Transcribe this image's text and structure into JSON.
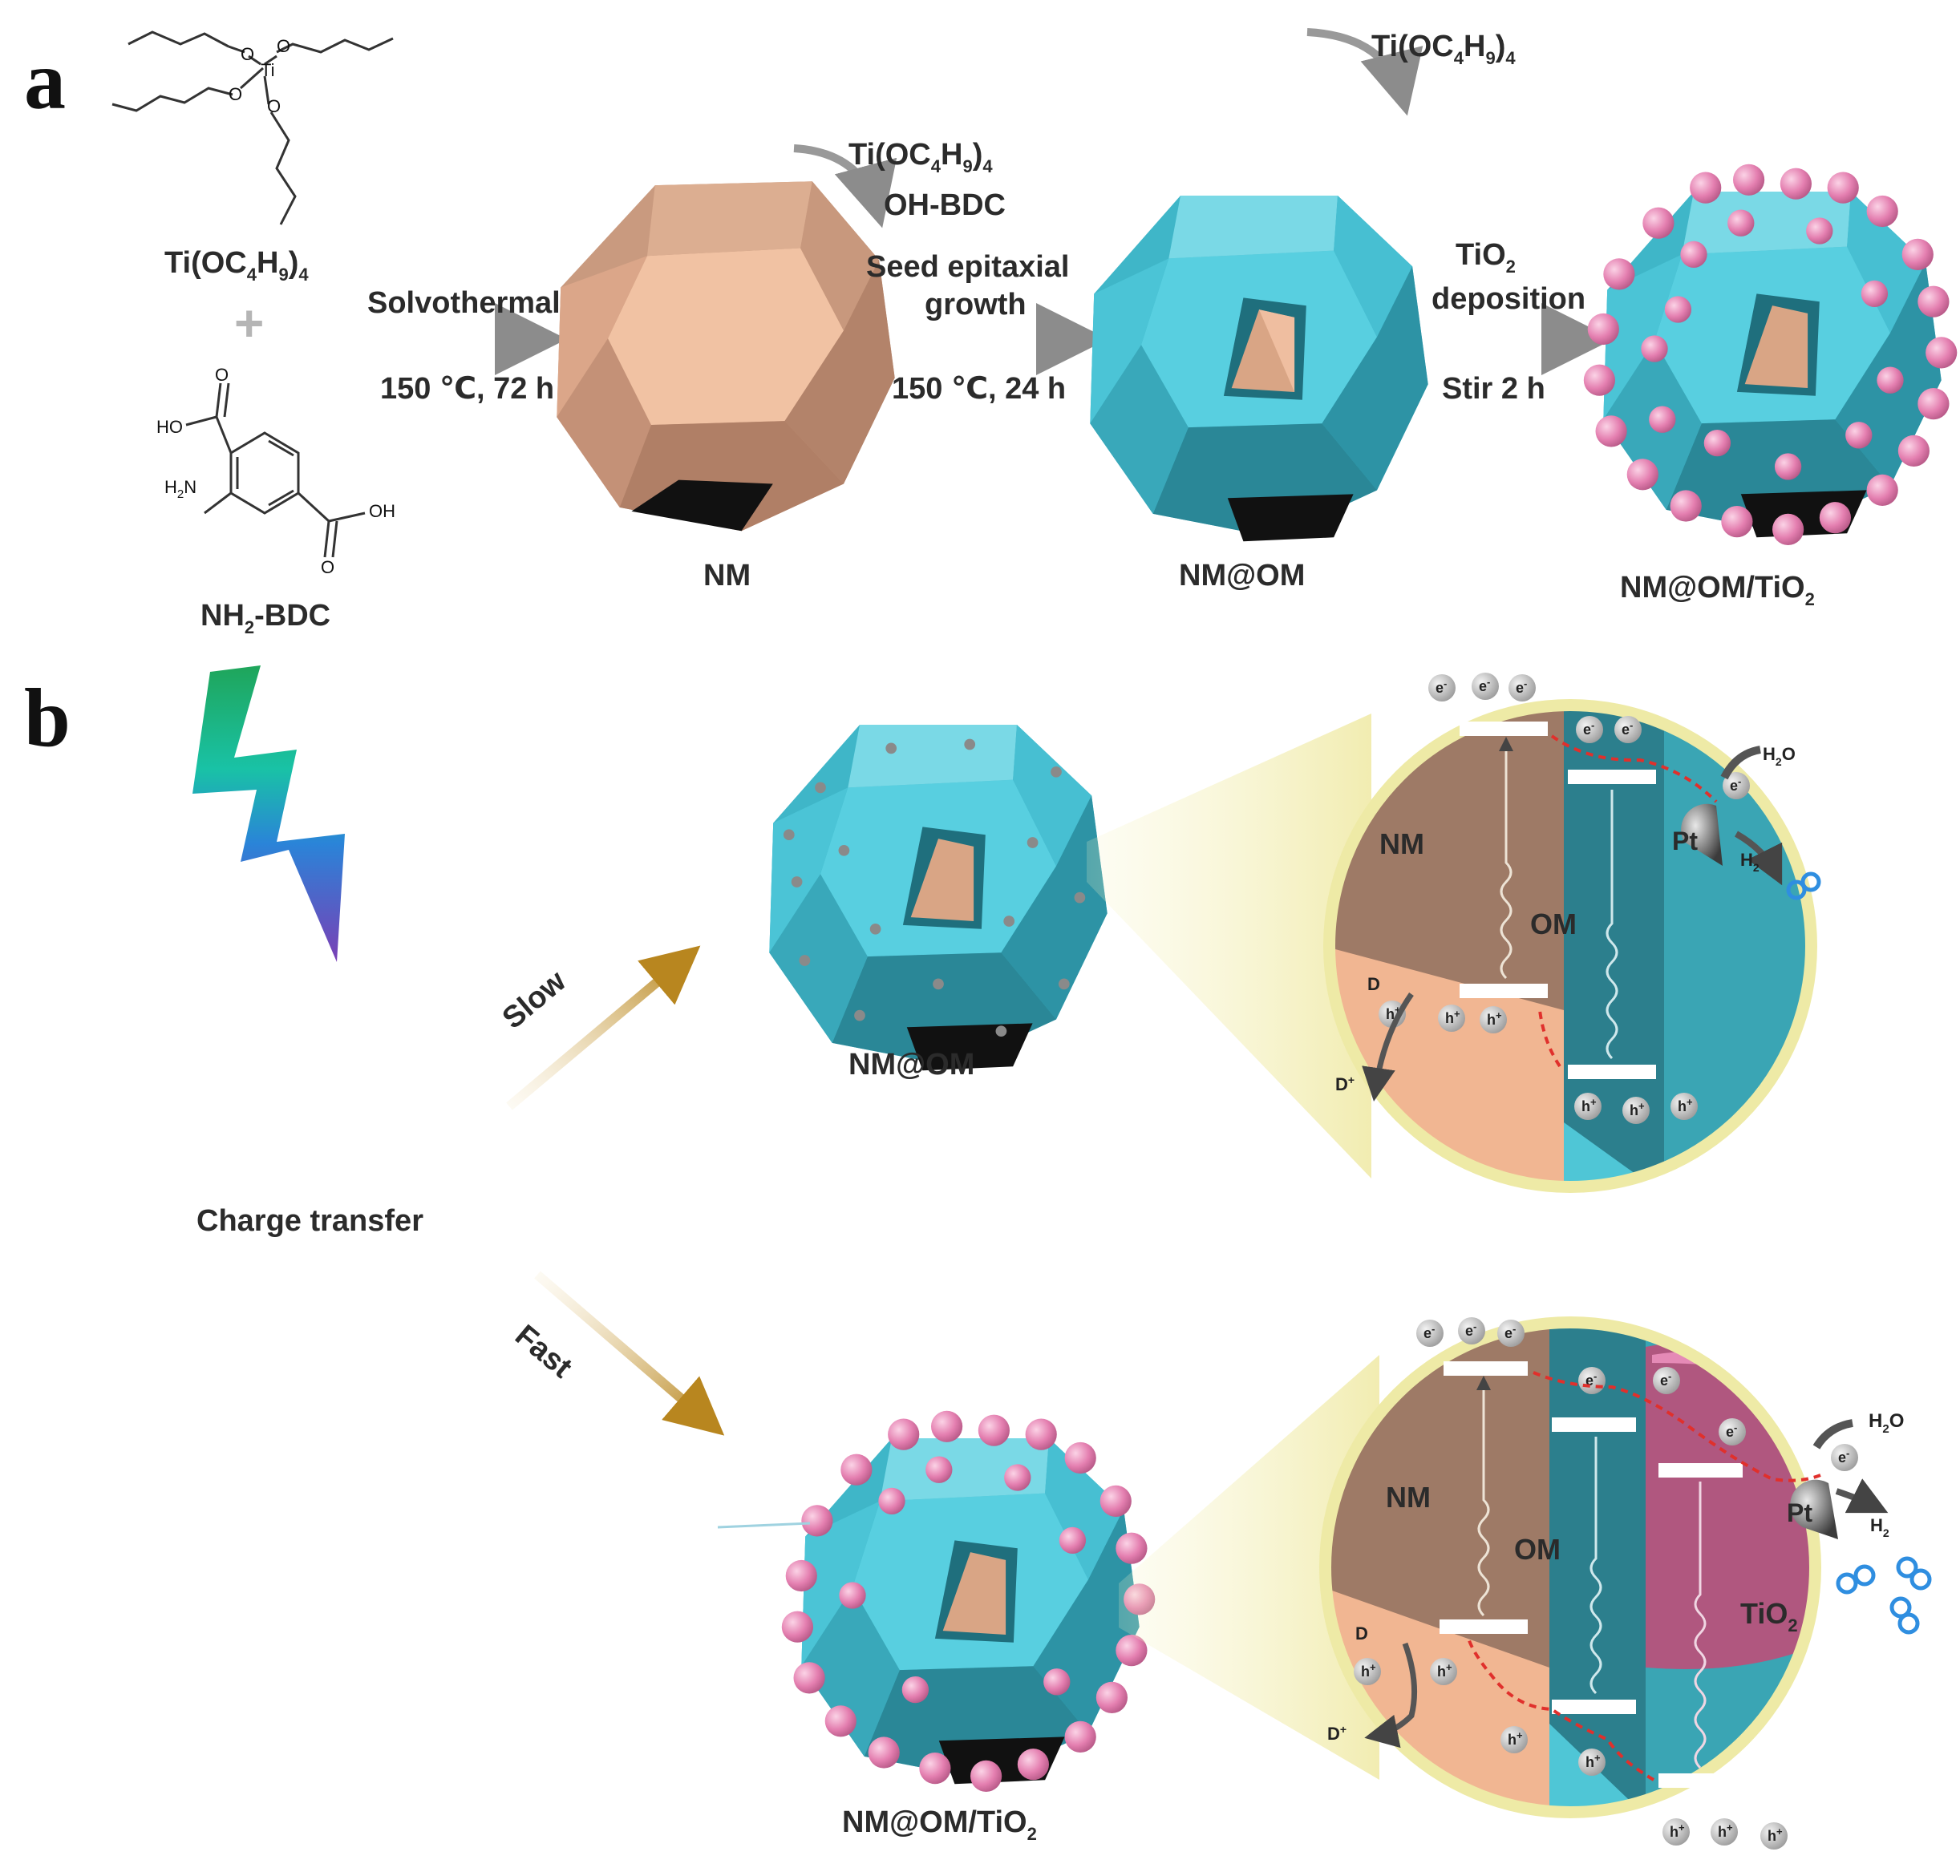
{
  "panels": {
    "a": "a",
    "b": "b"
  },
  "precursors": {
    "ti_source": {
      "base": "Ti(OC",
      "sub1": "4",
      "mid": "H",
      "sub2": "9",
      "tail": ")",
      "sub3": "4"
    },
    "plus": "+",
    "linker": {
      "base": "NH",
      "sub": "2",
      "tail": "-BDC"
    },
    "struct_labels": {
      "ti": "Ti",
      "o": "O",
      "ho": "HO",
      "oh": "OH",
      "h2n_base": "H",
      "h2n_sub": "2",
      "h2n_tail": "N"
    }
  },
  "steps": [
    {
      "top": "Solvothermal",
      "bottom": "150 ℃, 72 h"
    },
    {
      "reagent_base": "Ti(OC",
      "reagent_sub1": "4",
      "reagent_mid": "H",
      "reagent_sub2": "9",
      "reagent_tail": ")",
      "reagent_sub3": "4",
      "reagent2": "OH-BDC",
      "top1": "Seed epitaxial",
      "top2": "growth",
      "bottom": "150 ℃, 24 h"
    },
    {
      "reagent_base": "Ti(OC",
      "reagent_sub1": "4",
      "reagent_mid": "H",
      "reagent_sub2": "9",
      "reagent_tail": ")",
      "reagent_sub3": "4",
      "top1_base": "TiO",
      "top1_sub": "2",
      "top2": "deposition",
      "bottom": "Stir 2 h"
    }
  ],
  "products": {
    "nm": "NM",
    "nm_om": "NM@OM",
    "nm_om_tio2_base": "NM@OM/TiO",
    "nm_om_tio2_sub": "2"
  },
  "panel_b": {
    "center": "Charge transfer",
    "slow": "Slow",
    "fast": "Fast",
    "top_label": "NM@OM",
    "bottom_label_base": "NM@OM/TiO",
    "bottom_label_sub": "2",
    "zones": {
      "nm": "NM",
      "om": "OM",
      "tio2_base": "TiO",
      "tio2_sub": "2"
    },
    "species": {
      "electron": "e",
      "electron_sup": "-",
      "hole": "h",
      "hole_sup": "+",
      "pt": "Pt",
      "water_base": "H",
      "water_sub": "2",
      "water_tail": "O",
      "h2_base": "H",
      "h2_sub": "2",
      "donor": "D",
      "donor_ox": "D",
      "donor_ox_sup": "+"
    }
  },
  "colors": {
    "nm_brown": "#9c7663",
    "nm_peach": "#f2b894",
    "om_teal": "#2f8b98",
    "cyan": "#4fc3d6",
    "tio2_pink": "#e58ab6",
    "tio2_magenta": "#a8507a",
    "arrow_gray": "#9a9a9a",
    "arrow_gold": "#b8861f",
    "halo": "#f3f0b4",
    "electron_dash": "#e0302c",
    "h2_blue": "#2f8ee0"
  }
}
